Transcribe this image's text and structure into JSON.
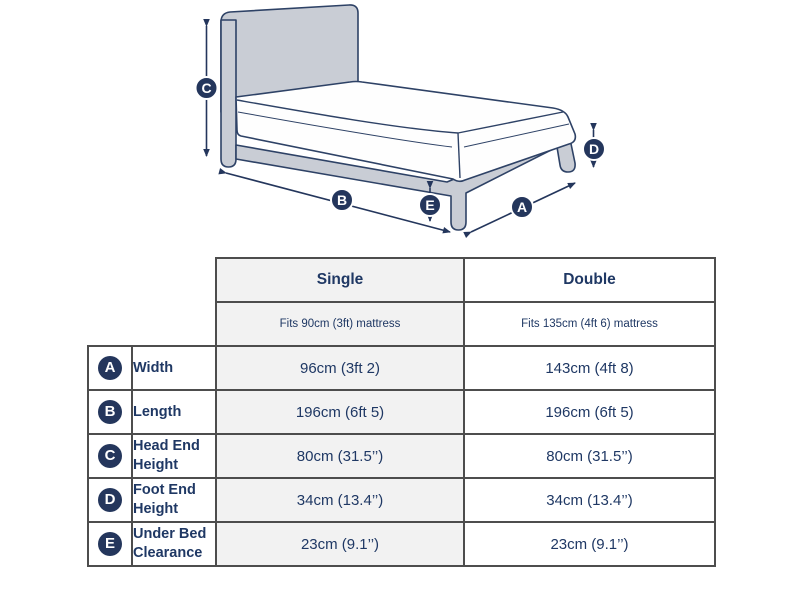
{
  "diagram": {
    "markers": [
      {
        "letter": "C"
      },
      {
        "letter": "B"
      },
      {
        "letter": "E"
      },
      {
        "letter": "A"
      },
      {
        "letter": "D"
      }
    ]
  },
  "table": {
    "columns": [
      {
        "label": "Single",
        "subtitle": "Fits 90cm (3ft) mattress"
      },
      {
        "label": "Double",
        "subtitle": "Fits 135cm (4ft 6) mattress"
      }
    ],
    "rows": [
      {
        "letter": "A",
        "label": "Width",
        "single": "96cm (3ft 2)",
        "double": "143cm (4ft 8)"
      },
      {
        "letter": "B",
        "label": "Length",
        "single": "196cm (6ft 5)",
        "double": "196cm (6ft 5)"
      },
      {
        "letter": "C",
        "label": "Head End Height",
        "single": "80cm (31.5’’)",
        "double": "80cm (31.5’’)"
      },
      {
        "letter": "D",
        "label": "Foot End Height",
        "single": "34cm (13.4’’)",
        "double": "34cm (13.4’’)"
      },
      {
        "letter": "E",
        "label": "Under Bed Clearance",
        "single": "23cm (9.1’’)",
        "double": "23cm (9.1’’)"
      }
    ]
  },
  "colors": {
    "navy_text": "#1f3864",
    "marker_navy": "#24365c",
    "bed_outline": "#2e4266",
    "bed_fill": "#c9cdd5",
    "single_column_bg": "#f2f2f2",
    "table_border": "#4d4d4d"
  }
}
